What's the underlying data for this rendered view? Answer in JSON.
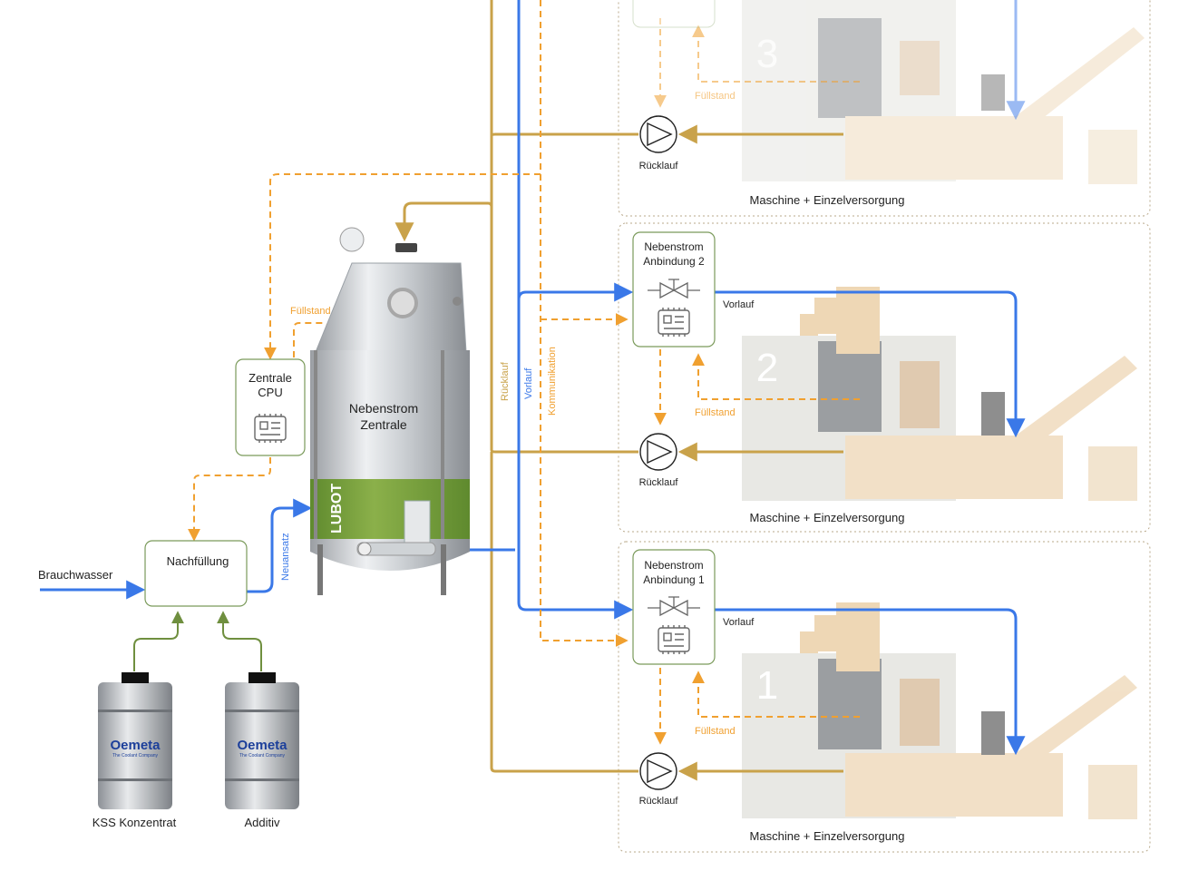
{
  "colors": {
    "supply_blue": "#3a78e8",
    "return_gold": "#c9a24a",
    "comm_orange": "#f0a030",
    "feed_green": "#6f8f3f",
    "lubot_green": "#7aa23c",
    "box_border": "#7a9a5a"
  },
  "labels": {
    "brauchwasser": "Brauchwasser",
    "nachfuellung": "Nachfüllung",
    "neuansatz": "Neuansatz",
    "cpu_line1": "Zentrale",
    "cpu_line2": "CPU",
    "fuellstand": "Füllstand",
    "tank_line1": "Nebenstrom",
    "tank_line2": "Zentrale",
    "tank_brand": "LUBOT",
    "ruecklauf": "Rücklauf",
    "vorlauf": "Vorlauf",
    "kommunikation": "Kommunikation",
    "kss": "KSS Konzentrat",
    "additiv": "Additiv",
    "barrel_brand": "Oemeta",
    "barrel_sub": "The Coolant Company"
  },
  "stations": [
    {
      "number": "3",
      "title_line1": "",
      "title_line2": "",
      "pump_label": "Rücklauf",
      "level_label": "Füllstand",
      "supply_label": "",
      "caption": "Maschine + Einzelversorgung"
    },
    {
      "number": "2",
      "title_line1": "Nebenstrom",
      "title_line2": "Anbindung 2",
      "pump_label": "Rücklauf",
      "level_label": "Füllstand",
      "supply_label": "Vorlauf",
      "caption": "Maschine + Einzelversorgung"
    },
    {
      "number": "1",
      "title_line1": "Nebenstrom",
      "title_line2": "Anbindung 1",
      "pump_label": "Rücklauf",
      "level_label": "Füllstand",
      "supply_label": "Vorlauf",
      "caption": "Maschine + Einzelversorgung"
    }
  ]
}
